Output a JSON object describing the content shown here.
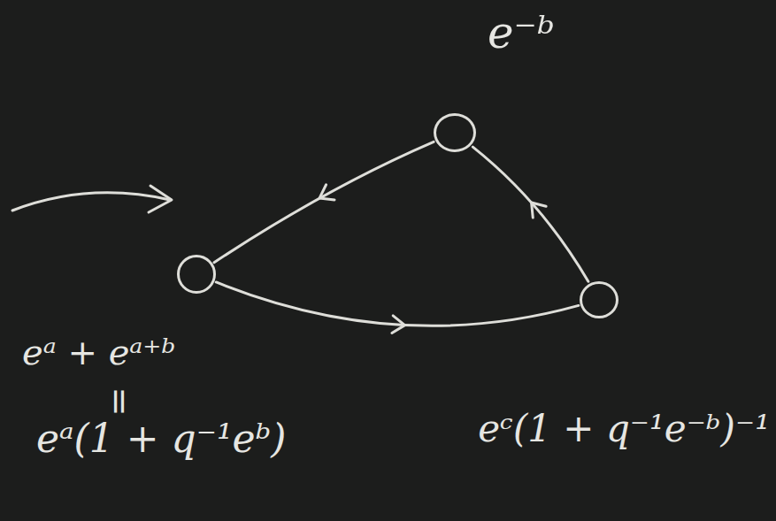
{
  "diagram": {
    "nodes": [
      {
        "text": [
          "e⁻ᵇ"
        ]
      },
      {
        "text": [
          "eᵃ + eᵃ⁺ᵇ",
          "=",
          "eᵃ(1 + q⁻¹eᵇ)"
        ]
      },
      {
        "text": [
          "eᶜ(1 + q⁻¹e⁻ᵇ)⁻¹"
        ]
      }
    ],
    "edges": [
      {
        "from": 0,
        "to": 1,
        "arrow": "to"
      },
      {
        "from": 1,
        "to": 2,
        "arrow": "to"
      },
      {
        "from": 2,
        "to": 0,
        "arrow": "to"
      }
    ]
  }
}
